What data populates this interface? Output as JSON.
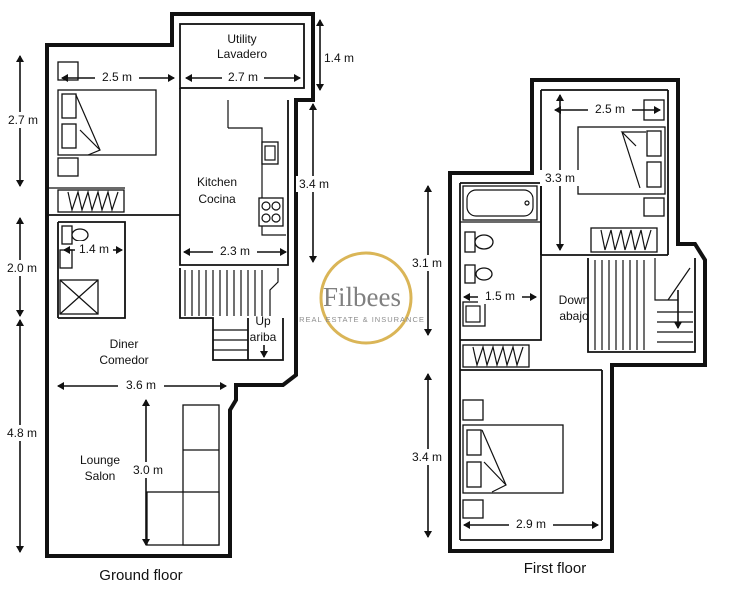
{
  "floors": [
    {
      "caption": "Ground floor"
    },
    {
      "caption": "First floor"
    }
  ],
  "ground": {
    "utility": {
      "en": "Utility",
      "es": "Lavadero"
    },
    "kitchen": {
      "en": "Kitchen",
      "es": "Cocina"
    },
    "diner": {
      "en": "Diner",
      "es": "Comedor"
    },
    "lounge": {
      "en": "Lounge",
      "es": "Salon"
    },
    "stairs": {
      "en": "Up",
      "es": "ariba"
    },
    "dims": {
      "bedroom_width": "2.5 m",
      "bedroom_depth": "2.7 m",
      "utility_width": "2.7 m",
      "utility_depth": "1.4 m",
      "kitchen_depth": "3.4 m",
      "kitchen_width": "2.3 m",
      "bath_width": "1.4 m",
      "bath_depth": "2.0 m",
      "diner_width": "3.6 m",
      "living_depth": "4.8 m",
      "sofa_length": "3.0 m"
    }
  },
  "first": {
    "stairs": {
      "en": "Down",
      "es": "abajo"
    },
    "dims": {
      "bedroom1_width": "2.5 m",
      "bedroom1_depth": "3.3 m",
      "bath_depth": "3.1 m",
      "bath_width": "1.5 m",
      "bedroom2_depth": "3.4 m",
      "bedroom2_width": "2.9 m"
    }
  },
  "watermark": {
    "name": "Filbees",
    "tagline": "REAL ESTATE & INSURANCE",
    "ring_color": "#d4a93a"
  },
  "icons": [
    "bed-icon",
    "wardrobe-icon",
    "toilet-icon",
    "sink-icon",
    "shower-icon",
    "bathtub-icon",
    "hob-icon",
    "sofa-icon",
    "stairs-icon",
    "arrow-up-icon",
    "arrow-down-icon"
  ]
}
